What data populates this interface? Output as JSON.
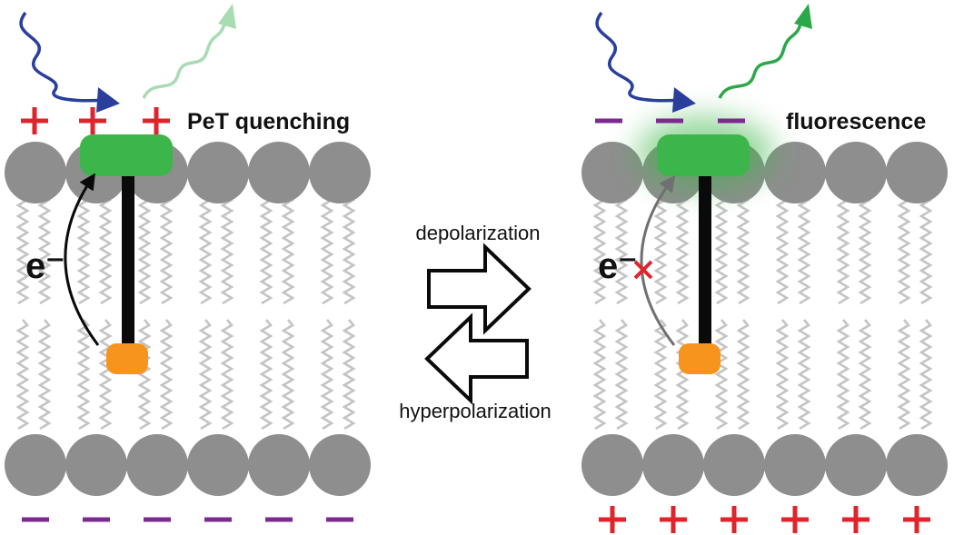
{
  "left_panel": {
    "state_label": "PeT quenching",
    "electron_label": "e⁻",
    "top_charges": [
      "+",
      "+",
      "+"
    ],
    "bottom_charges": [
      "−",
      "−",
      "−",
      "−",
      "−",
      "−"
    ]
  },
  "right_panel": {
    "state_label": "fluorescence",
    "electron_label": "e⁻",
    "top_charges": [
      "−",
      "−",
      "−"
    ],
    "bottom_charges": [
      "+",
      "+",
      "+",
      "+",
      "+",
      "+"
    ]
  },
  "transition": {
    "forward_label": "depolarization",
    "reverse_label": "hyperpolarization"
  },
  "colors": {
    "plus": "#e0242c",
    "minus": "#7b2a8f",
    "headgroup": "#8e8e8e",
    "tail": "#c4c4c4",
    "fluorophore": "#3cb54a",
    "quencher": "#f7941d",
    "excitation": "#2a3e9c",
    "emission": "#2aa84a",
    "emission_faded": "#a9dcb3",
    "linker": "#0a0a0a"
  },
  "icons": {
    "excitation": "wavy-arrow-icon",
    "emission": "wavy-arrow-icon",
    "blocked_transfer": "red-x-icon",
    "equilibrium": "hollow-arrow-icon"
  }
}
